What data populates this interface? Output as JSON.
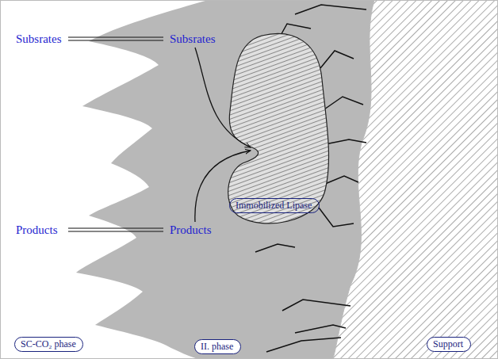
{
  "diagram": {
    "nodes": [
      {
        "text": [
          "SC-CO₂ phase"
        ]
      },
      {
        "text": [
          "II. phase"
        ]
      },
      {
        "text": [
          "Immobilized Lipase"
        ]
      },
      {
        "text": [
          "Support"
        ]
      }
    ],
    "labels": [
      "Subsrates",
      "Subsrates",
      "Products",
      "Products"
    ]
  }
}
